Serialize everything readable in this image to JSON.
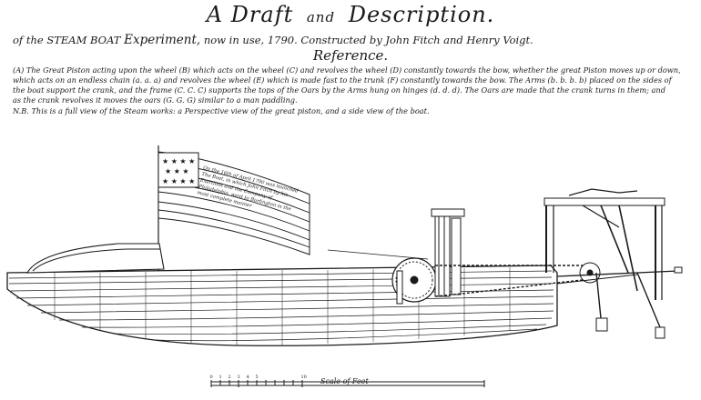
{
  "header": {
    "title_part1": "A Draft",
    "title_and": "and",
    "title_part2": "Description.",
    "subtitle_prefix": "of the STEAM BOAT",
    "subtitle_name": "Experiment,",
    "subtitle_rest": "now in use, 1790. Constructed by John Fitch and Henry Voigt."
  },
  "reference": {
    "heading": "Reference.",
    "lines": [
      "(A) The Great Piston acting upon the wheel (B) which acts on the wheel (C) and revolves the wheel (D) constantly towards the bow, whether the great Piston moves up or down,",
      "which acts on an endless chain (a. a. a) and revolves the wheel (E) which is made fast to the trunk (F) constantly towards the bow. The Arms (b. b. b. b) placed on the sides of",
      "the boat support the crank, and the frame (C. C. C) supports the tops of the Oars by the Arms hung on hinges (d. d. d). The Oars are made that the crank turns in them; and",
      "as the crank revolves it moves the oars (G. G. G) similar to a man paddling."
    ],
    "note": "N.B. This is a full view of the Steam works: a Perspective view of the great piston, and a side view of the boat."
  },
  "flag_inscription": "On the 16th of April 1790 was launched The Boat, in which John Fitch by his Exertions and the Company of Philadelphia, went to Burlington in the most complete manner",
  "scale": {
    "label": "Scale of Feet",
    "ticks": [
      "0",
      "1",
      "2",
      "3",
      "4",
      "5",
      "",
      "",
      "",
      "",
      "10"
    ]
  },
  "colors": {
    "ink": "#1a1a1a",
    "paper": "#ffffff"
  }
}
